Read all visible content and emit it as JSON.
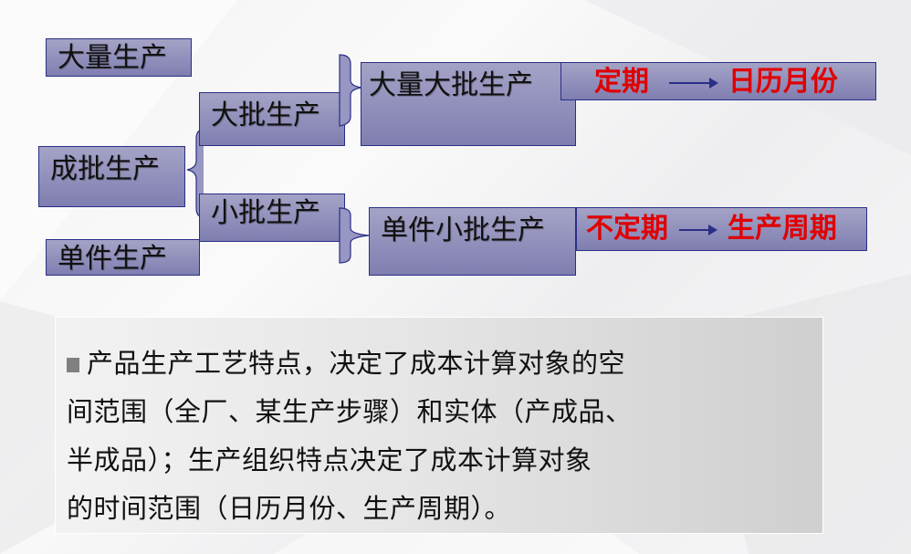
{
  "diagram": {
    "left_column": {
      "mass_production": "大量生产",
      "batch_production": "成批生产",
      "single_piece_production": "单件生产"
    },
    "middle_column": {
      "large_batch": "大批生产",
      "small_batch": "小批生产"
    },
    "right_column": {
      "mass_large_batch": "大量大批生产",
      "single_small_batch": "单件小批生产"
    },
    "periods": {
      "regular": {
        "label": "定期",
        "target": "日历月份"
      },
      "irregular": {
        "label": "不定期",
        "target": "生产周期"
      }
    },
    "colors": {
      "box_fill_top": "#a4a3c6",
      "box_fill_bottom": "#7f7eb0",
      "box_border": "#2b2f86",
      "highlight_text": "#e00000"
    }
  },
  "note": {
    "bullet_icon": "square-bullet",
    "lines": [
      "产品生产工艺特点，决定了成本计算对象的空",
      "间范围（全厂、某生产步骤）和实体（产成品、",
      "半成品）；生产组织特点决定了成本计算对象",
      "的时间范围（日历月份、生产周期）。"
    ]
  }
}
